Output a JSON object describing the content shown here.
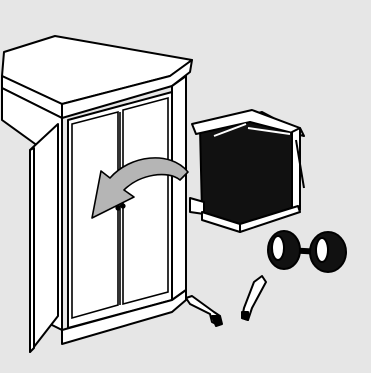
{
  "diagram": {
    "background_color": "#e6e6e6",
    "line_color": "#000000",
    "fill_color": "#ffffff",
    "arrow_color": "#b3b3b3",
    "parts": [
      {
        "name": "cabinet",
        "icon": "cabinet-icon"
      },
      {
        "name": "cabinet-door",
        "icon": "open-door-icon"
      },
      {
        "name": "removal-arrow",
        "icon": "curved-arrow-icon"
      },
      {
        "name": "dishwasher-unit",
        "icon": "appliance-icon"
      },
      {
        "name": "roller-wheels",
        "icon": "wheel-axle-icon"
      },
      {
        "name": "door-handles",
        "icon": "handle-icon"
      }
    ]
  }
}
